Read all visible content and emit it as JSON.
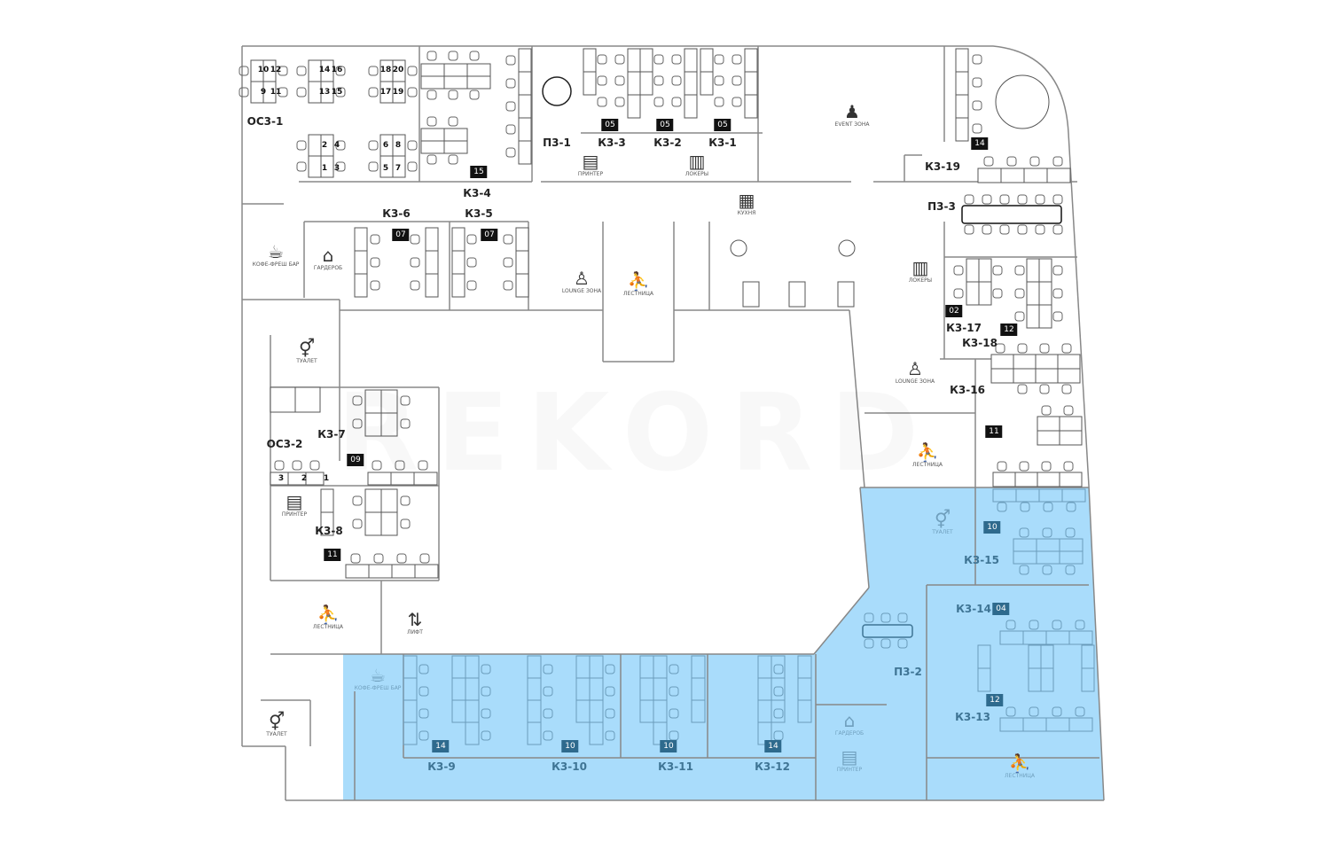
{
  "colors": {
    "highlight": "#a9dcfb",
    "wall": "#888888",
    "badge": "#111111",
    "badge_highlight": "#2e6a8d"
  },
  "watermark": "REKORD",
  "rooms": [
    {
      "label": "ОС3-1",
      "badge": null,
      "highlighted": false
    },
    {
      "label": "К3-4",
      "badge": "15",
      "highlighted": false
    },
    {
      "label": "П3-1",
      "badge": null,
      "highlighted": false
    },
    {
      "label": "К3-3",
      "badge": "05",
      "highlighted": false
    },
    {
      "label": "К3-2",
      "badge": "05",
      "highlighted": false
    },
    {
      "label": "К3-1",
      "badge": "05",
      "highlighted": false
    },
    {
      "label": "К3-6",
      "badge": "07",
      "highlighted": false
    },
    {
      "label": "К3-5",
      "badge": "07",
      "highlighted": false
    },
    {
      "label": "К3-19",
      "badge": "14",
      "highlighted": false
    },
    {
      "label": "П3-3",
      "badge": null,
      "highlighted": false
    },
    {
      "label": "К3-17",
      "badge": "02",
      "highlighted": false
    },
    {
      "label": "К3-18",
      "badge": "12",
      "highlighted": false
    },
    {
      "label": "К3-16",
      "badge": "11",
      "highlighted": false
    },
    {
      "label": "К3-7",
      "badge": "09",
      "highlighted": false
    },
    {
      "label": "ОС3-2",
      "badge": null,
      "highlighted": false
    },
    {
      "label": "К3-8",
      "badge": "11",
      "highlighted": false
    },
    {
      "label": "К3-9",
      "badge": "14",
      "highlighted": true
    },
    {
      "label": "К3-10",
      "badge": "10",
      "highlighted": true
    },
    {
      "label": "К3-11",
      "badge": "10",
      "highlighted": true
    },
    {
      "label": "К3-12",
      "badge": "14",
      "highlighted": true
    },
    {
      "label": "К3-15",
      "badge": "10",
      "highlighted": true
    },
    {
      "label": "К3-14",
      "badge": "04",
      "highlighted": true
    },
    {
      "label": "К3-13",
      "badge": "12",
      "highlighted": true
    },
    {
      "label": "П3-2",
      "badge": null,
      "highlighted": true
    }
  ],
  "facilities": [
    {
      "label": "ПРИНТЕР",
      "icon": "printer-icon",
      "highlighted": false
    },
    {
      "label": "ЛОКЕРЫ",
      "icon": "lockers-icon",
      "highlighted": false
    },
    {
      "label": "EVENT ЗОНА",
      "icon": "podium-icon",
      "highlighted": false
    },
    {
      "label": "КУХНЯ",
      "icon": "kitchen-icon",
      "highlighted": false
    },
    {
      "label": "КОФЕ-ФРЕШ БАР",
      "icon": "coffee-icon",
      "highlighted": false
    },
    {
      "label": "ГАРДЕРОБ",
      "icon": "hanger-icon",
      "highlighted": false
    },
    {
      "label": "LOUNGE ЗОНА",
      "icon": "lounge-icon",
      "highlighted": false
    },
    {
      "label": "ЛЕСТНИЦА",
      "icon": "stairs-icon",
      "highlighted": false
    },
    {
      "label": "ЛОКЕРЫ",
      "icon": "lockers-icon",
      "highlighted": false
    },
    {
      "label": "LOUNGE ЗОНА",
      "icon": "lounge-icon",
      "highlighted": false
    },
    {
      "label": "ЛЕСТНИЦА",
      "icon": "stairs-icon",
      "highlighted": false
    },
    {
      "label": "ТУАЛЕТ",
      "icon": "toilet-icon",
      "highlighted": false
    },
    {
      "label": "ПРИНТЕР",
      "icon": "printer-icon",
      "highlighted": false
    },
    {
      "label": "ЛЕСТНИЦА",
      "icon": "stairs-icon",
      "highlighted": false
    },
    {
      "label": "ЛИФТ",
      "icon": "elevator-icon",
      "highlighted": false
    },
    {
      "label": "ТУАЛЕТ",
      "icon": "toilet-icon",
      "highlighted": false
    },
    {
      "label": "КОФЕ-ФРЕШ БАР",
      "icon": "coffee-icon",
      "highlighted": true
    },
    {
      "label": "ТУАЛЕТ",
      "icon": "toilet-icon",
      "highlighted": true
    },
    {
      "label": "ГАРДЕРОБ",
      "icon": "hanger-icon",
      "highlighted": true
    },
    {
      "label": "ПРИНТЕР",
      "icon": "printer-icon",
      "highlighted": true
    },
    {
      "label": "ЛЕСТНИЦА",
      "icon": "stairs-icon",
      "highlighted": true
    }
  ],
  "seat_numbers": [
    "10",
    "12",
    "9",
    "11",
    "14",
    "16",
    "13",
    "15",
    "18",
    "20",
    "17",
    "19",
    "2",
    "4",
    "1",
    "3",
    "6",
    "8",
    "5",
    "7",
    "3",
    "2",
    "1"
  ]
}
